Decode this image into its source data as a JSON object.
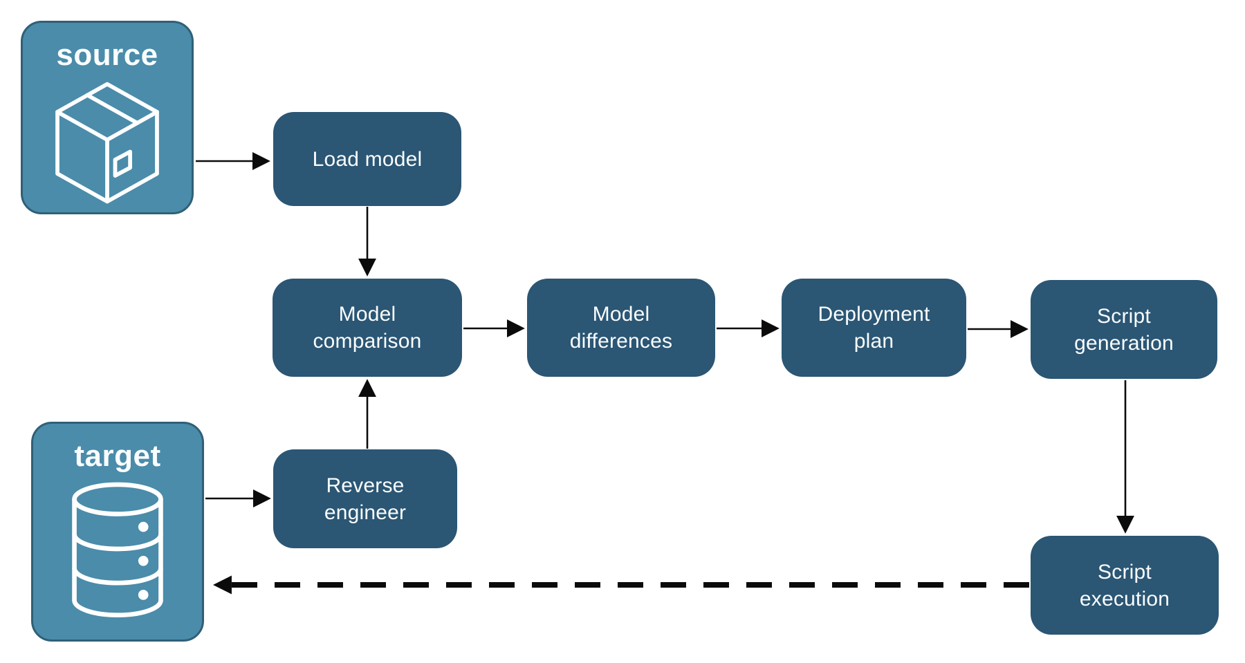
{
  "diagram": {
    "entities": {
      "source": {
        "label": "source",
        "icon": "package-icon"
      },
      "target": {
        "label": "target",
        "icon": "database-icon"
      }
    },
    "nodes": {
      "load_model": {
        "lines": [
          "Load model"
        ]
      },
      "model_comparison": {
        "lines": [
          "Model",
          "comparison"
        ]
      },
      "model_differences": {
        "lines": [
          "Model",
          "differences"
        ]
      },
      "deployment_plan": {
        "lines": [
          "Deployment",
          "plan"
        ]
      },
      "script_generation": {
        "lines": [
          "Script",
          "generation"
        ]
      },
      "reverse_engineer": {
        "lines": [
          "Reverse",
          "engineer"
        ]
      },
      "script_execution": {
        "lines": [
          "Script",
          "execution"
        ]
      }
    },
    "edges": [
      {
        "from": "source",
        "to": "load_model",
        "style": "solid"
      },
      {
        "from": "load_model",
        "to": "model_comparison",
        "style": "solid"
      },
      {
        "from": "target",
        "to": "reverse_engineer",
        "style": "solid"
      },
      {
        "from": "reverse_engineer",
        "to": "model_comparison",
        "style": "solid"
      },
      {
        "from": "model_comparison",
        "to": "model_differences",
        "style": "solid"
      },
      {
        "from": "model_differences",
        "to": "deployment_plan",
        "style": "solid"
      },
      {
        "from": "deployment_plan",
        "to": "script_generation",
        "style": "solid"
      },
      {
        "from": "script_generation",
        "to": "script_execution",
        "style": "solid"
      },
      {
        "from": "script_execution",
        "to": "target",
        "style": "dashed"
      }
    ],
    "colors": {
      "node_fill": "#2B5674",
      "node_text": "#FAFDFE",
      "entity_fill": "#4A8CAA",
      "entity_border": "#2F6077",
      "arrow": "#0B0B0B",
      "background": "#FFFFFF"
    }
  }
}
